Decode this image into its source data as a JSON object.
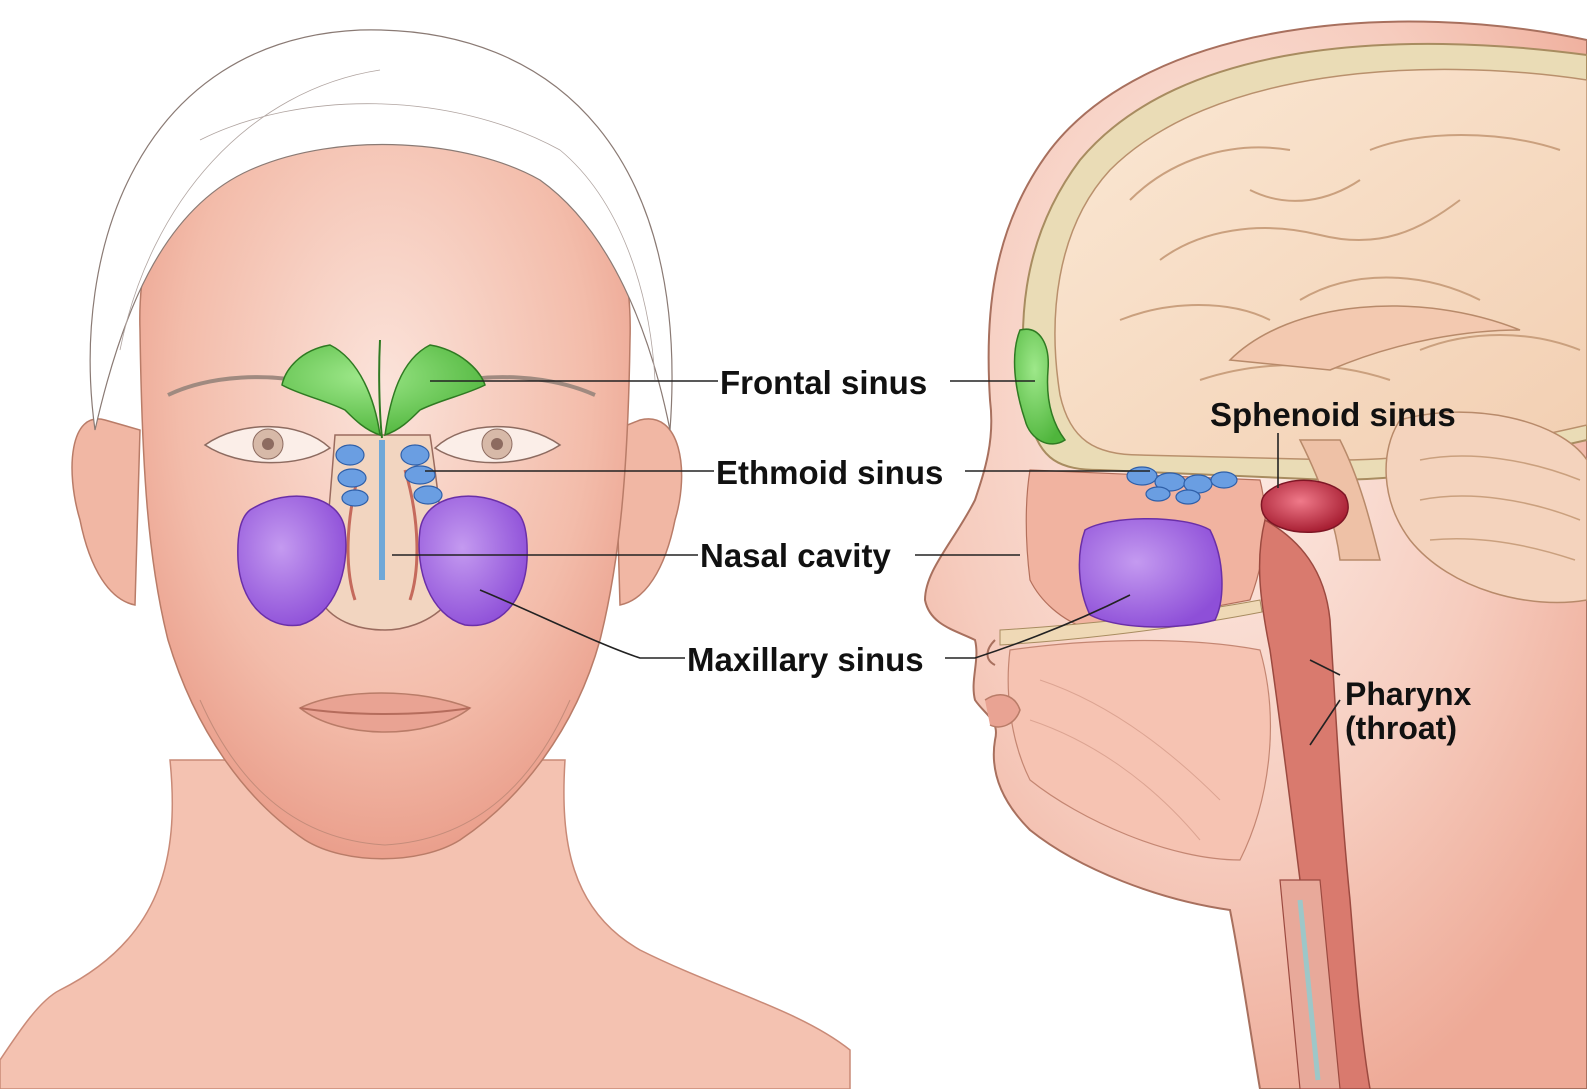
{
  "labels": {
    "frontal_sinus": "Frontal sinus",
    "ethmoid_sinus": "Ethmoid sinus",
    "nasal_cavity": "Nasal cavity",
    "maxillary_sinus": "Maxillary sinus",
    "sphenoid_sinus": "Sphenoid sinus",
    "pharynx_line1": "Pharynx",
    "pharynx_line2": "(throat)"
  },
  "colors": {
    "skin": "#f2b8a8",
    "skin_light": "#f9d9cf",
    "frontal_sinus": "#6fcf5a",
    "ethmoid_sinus": "#5b8fd6",
    "maxillary_sinus": "#a66ee0",
    "sphenoid_sinus": "#c8344a",
    "brain": "#f7dcc4",
    "bone": "#e9dcb8",
    "pharynx": "#d9786e"
  }
}
